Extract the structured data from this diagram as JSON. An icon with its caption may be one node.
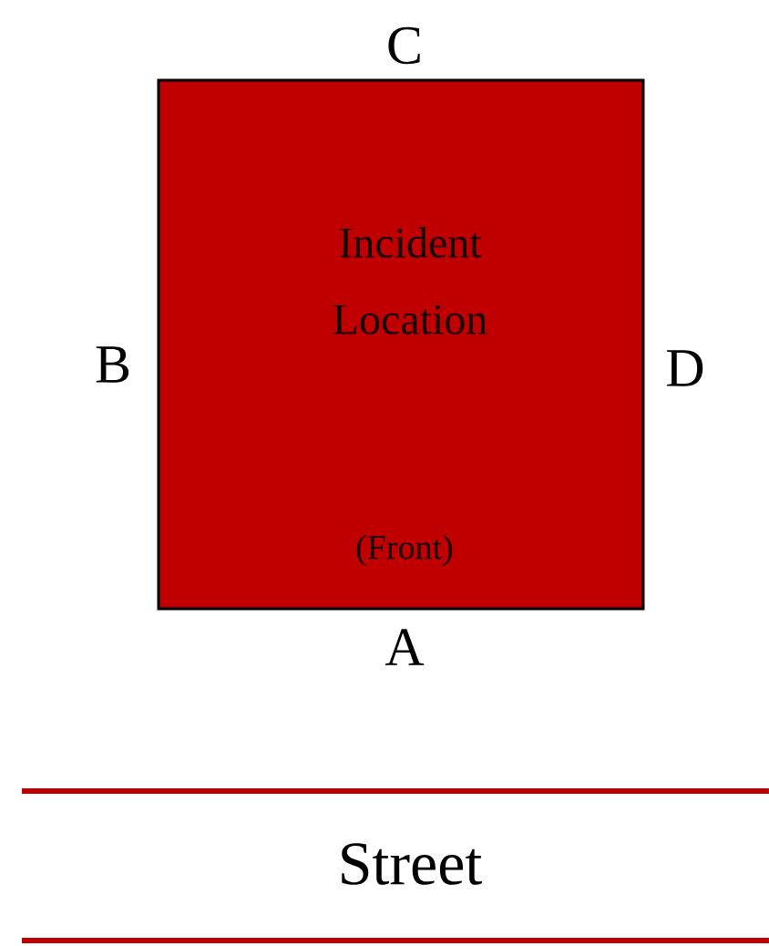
{
  "diagram": {
    "nodes": [
      {
        "text": [
          "Incident Location",
          "(Front)"
        ]
      },
      {
        "text": [
          "Street"
        ]
      }
    ],
    "labels": [
      "C",
      "B",
      "D",
      "A"
    ]
  }
}
